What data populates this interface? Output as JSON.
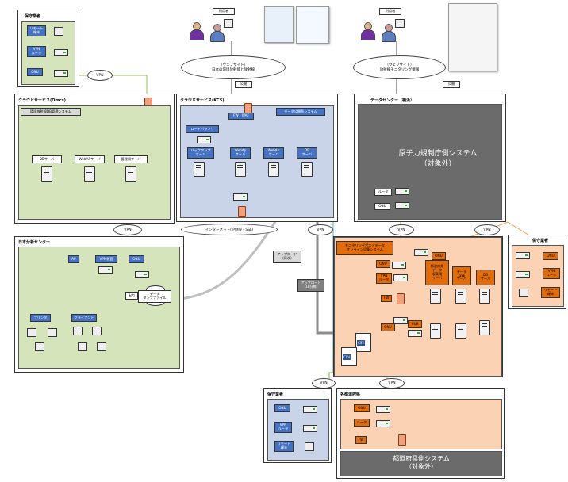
{
  "top": {
    "public_tag_left": "利用者",
    "public_tag_right": "利用者",
    "cloud_left": "（ウェブサイト）\n日本の環境放射能と放射線",
    "cloud_right": "（ウェブサイト）\n放射線モニタリング情報",
    "koukai_left": "公開",
    "koukai_right": "公開"
  },
  "maintainer_tl": {
    "title": "保守業者",
    "items": [
      "リモート\n端末",
      "VPN\nルータ",
      "ONU"
    ]
  },
  "cloud_omcs": {
    "title": "クラウドサービス(Omcs)",
    "system_title": "環境放射線DB管理システム",
    "servers": [
      "DBサーバ",
      "WebAPサーバ",
      "管理用サーバ"
    ]
  },
  "cloud_kcs": {
    "title": "クラウドサービス(KCS)",
    "system_title": "データ公開系システム",
    "fw_label": "FW・WAF",
    "lb_label": "ロードバランサ",
    "servers": [
      "バックアップ\nサーバ",
      "WebAp\nサーバ",
      "WebAp\nサーバ",
      "DB\nサーバ"
    ]
  },
  "datacenter": {
    "title": "データセンター（横浜）",
    "system_text": "原子力規制庁側システム\n（対象外）",
    "router_label": "ルータ",
    "onu_label": "ONU"
  },
  "network": {
    "vpn_labels": [
      "VPN",
      "VPN",
      "VPN",
      "VPN",
      "VPN",
      "VPN",
      "VPN"
    ],
    "internet_label": "インターネット(IP制限・SSL)"
  },
  "nihon_center": {
    "title": "日本分析センター",
    "ap_label": "AP",
    "vpn_device": "VPN装置",
    "onu_label": "ONU",
    "printer_label": "プリンタ",
    "client_label": "クライアント",
    "output_label": "出力",
    "dump_label": "データ\nダンプファイル"
  },
  "upload": {
    "monthly": "アップロード\n（月次）",
    "every_10min": "アップロード\n（10分毎）",
    "output": "出力"
  },
  "monitoring": {
    "title": "モニタリングポストデータ\nオンライン収集システム",
    "onu": "ONU",
    "vpn_router": "VPN\nルータ",
    "fw": "FW",
    "onu2": "ONU",
    "hub": "HUB",
    "servers": [
      "都道府県\nデータ\n収集用\nサーバ",
      "データ\n収集\nサーバ",
      "DB\nサーバ"
    ],
    "csv": "CSV"
  },
  "maintainer_right": {
    "title": "保守業者",
    "items": [
      "ONU",
      "VPN\nルータ",
      "リモート\n端末"
    ]
  },
  "maintainer_bottom": {
    "title": "保守業者",
    "items": [
      "ONU",
      "VPN\nルータ",
      "リモート\n端末"
    ]
  },
  "prefecture": {
    "title": "各都道府県",
    "items": [
      "ONU",
      "ルータ",
      "FW"
    ],
    "system_text": "都道府県側システム\n（対象外）"
  },
  "colors": {
    "green_area": "#d6e4bc",
    "blue_area": "#c9d4e8",
    "orange_area": "#fbd2b4",
    "gray_area": "#6b6b6b",
    "blue_label": "#4472c4",
    "orange_label": "#e36c0a"
  }
}
